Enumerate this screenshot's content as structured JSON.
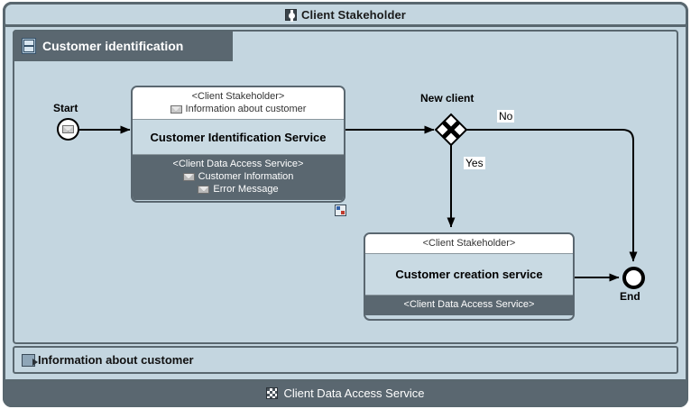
{
  "diagram": {
    "type": "bpmn-collaboration",
    "colors": {
      "background": "#c4d6e0",
      "dark_slate": "#5a6770",
      "border": "#59676f",
      "task_white": "#ffffff",
      "task_body": "#c9dae3"
    }
  },
  "top_bar": {
    "title": "Client Stakeholder",
    "icon": "component-gear-icon"
  },
  "bottom_bar": {
    "title": "Client Data Access Service",
    "icon": "checkered-grid-icon"
  },
  "pool": {
    "header_label": "Customer identification",
    "header_icon": "process-pool-icon"
  },
  "message_bar": {
    "label": "Information about customer",
    "icon": "export-arrow-icon"
  },
  "events": {
    "start": {
      "label": "Start",
      "icon": "message-envelope-icon",
      "type": "message-start-event"
    },
    "end": {
      "label": "End",
      "type": "end-event"
    }
  },
  "gateway": {
    "label": "New client",
    "type": "exclusive-gateway",
    "icon": "x-cross-icon"
  },
  "flows": [
    {
      "id": "flow-no",
      "label": "No"
    },
    {
      "id": "flow-yes",
      "label": "Yes"
    }
  ],
  "tasks": [
    {
      "id": "customer-identification-service",
      "name": "Customer Identification Service",
      "provided_interface": "<Client Stakeholder>",
      "provided_messages": [
        {
          "label": "Information about customer",
          "icon": "envelope-icon"
        }
      ],
      "required_interface": "<Client Data Access Service>",
      "required_messages": [
        {
          "label": "Customer Information",
          "icon": "envelope-icon"
        },
        {
          "label": "Error Message",
          "icon": "envelope-icon"
        }
      ],
      "marker": "sub-process-marker"
    },
    {
      "id": "customer-creation-service",
      "name": "Customer creation service",
      "provided_interface": "<Client Stakeholder>",
      "provided_messages": [],
      "required_interface": "<Client Data Access Service>",
      "required_messages": []
    }
  ]
}
